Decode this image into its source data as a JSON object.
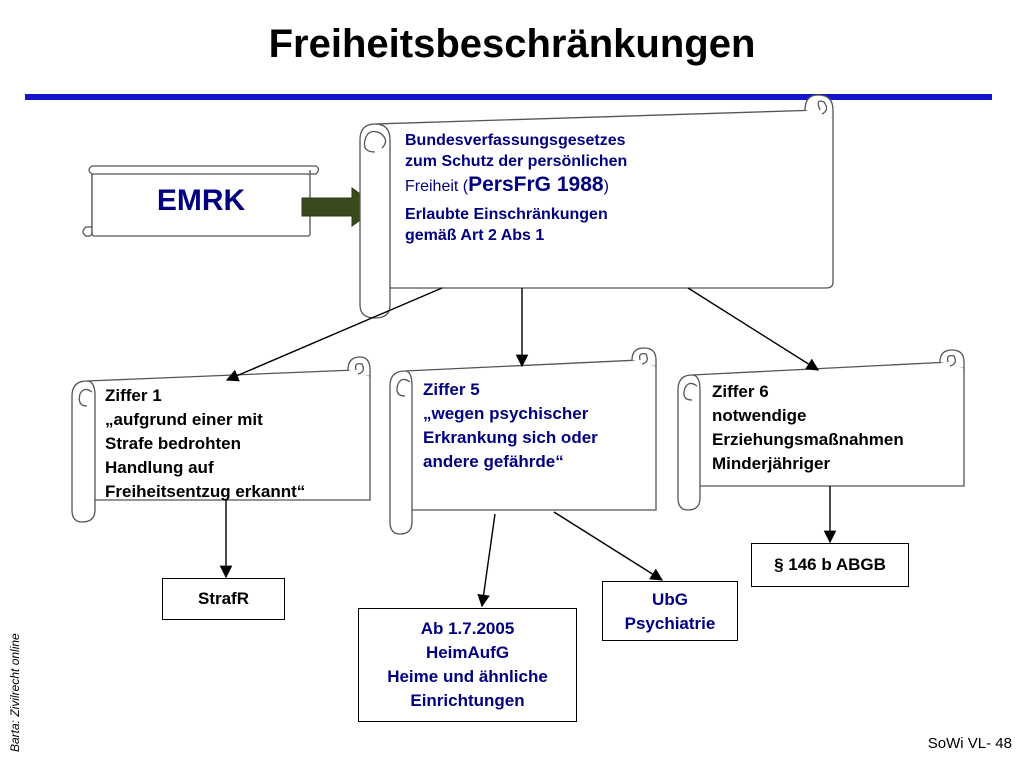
{
  "title": "Freiheitsbeschränkungen",
  "emrk": {
    "label": "EMRK"
  },
  "main": {
    "line1": "Bundesverfassungsgesetzes",
    "line2": "zum Schutz der persönlichen",
    "line3_prefix": "Freiheit (",
    "line3_big": "PersFrG 1988",
    "line3_suffix": ")",
    "line4": "Erlaubte Einschränkungen",
    "line5": "gemäß Art 2 Abs 1"
  },
  "ziffer1": {
    "lines": [
      "Ziffer 1",
      "„aufgrund einer mit",
      "Strafe bedrohten",
      "Handlung auf",
      "Freiheitsentzug erkannt“"
    ]
  },
  "ziffer5": {
    "lines": [
      "Ziffer 5",
      "„wegen psychischer",
      "Erkrankung sich oder",
      "andere gefährde“"
    ]
  },
  "ziffer6": {
    "lines": [
      "Ziffer 6",
      "notwendige",
      "Erziehungsmaßnahmen",
      "Minderjähriger"
    ]
  },
  "strafr": {
    "label": "StrafR"
  },
  "heim": {
    "lines": [
      "Ab 1.7.2005",
      "HeimAufG",
      "Heime und ähnliche",
      "Einrichtungen"
    ]
  },
  "ubg": {
    "lines": [
      "UbG",
      "Psychiatrie"
    ]
  },
  "abgb": {
    "label": "§ 146 b ABGB"
  },
  "side_note": "Barta: Zivilrecht online",
  "footer": "SoWi VL- 48",
  "colors": {
    "rule": "#1414c8",
    "navy_text": "#000080",
    "arrow_fill": "#3a4a1c"
  }
}
